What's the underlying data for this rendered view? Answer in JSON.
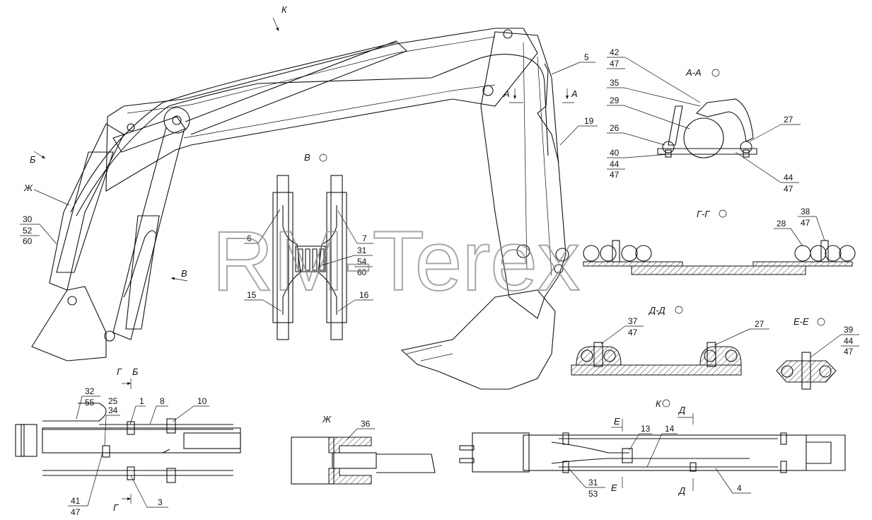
{
  "watermark": "RM-Terex",
  "views": {
    "a": "А-А",
    "b": "Б",
    "v": "В",
    "g": "Г-Г",
    "d": "Д-Д",
    "e": "Е-Е",
    "k": "К",
    "zh": "Ж"
  },
  "arrow_letters": {
    "k": "К",
    "a": "А",
    "b": "Б",
    "v": "В",
    "zh": "Ж",
    "g": "Г",
    "d": "Д",
    "e": "Е"
  },
  "callouts": {
    "n1": "1",
    "n3": "3",
    "n4": "4",
    "n5": "5",
    "n6": "6",
    "n7": "7",
    "n8": "8",
    "n10": "10",
    "n13": "13",
    "n14": "14",
    "n15": "15",
    "n16": "16",
    "n19": "19",
    "n25": "25",
    "n26": "26",
    "n27": "27",
    "n28": "28",
    "n29": "29",
    "n34": "34",
    "n35": "35",
    "n36": "36"
  },
  "stacks": {
    "s30": [
      "30",
      "52",
      "60"
    ],
    "s31a": [
      "31",
      "54",
      "60"
    ],
    "s31b": [
      "31",
      "53"
    ],
    "s32": [
      "32",
      "55"
    ],
    "s37": [
      "37",
      "47"
    ],
    "s38": [
      "38",
      "47"
    ],
    "s39": [
      "39",
      "44",
      "47"
    ],
    "s40": [
      "40",
      "44",
      "47"
    ],
    "s41": [
      "41",
      "47"
    ],
    "s42": [
      "42",
      "47"
    ],
    "s44": [
      "44",
      "47"
    ]
  }
}
